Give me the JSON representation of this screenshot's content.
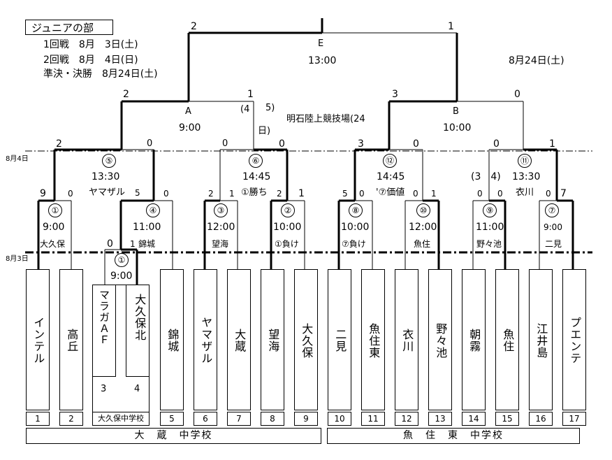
{
  "header": {
    "division": "ジュニアの部",
    "schedule": [
      "1回戦　8月　3日(土)",
      "2回戦　8月　4日(日)",
      "準決・決勝　8月24日(土)"
    ],
    "final_date": "8月24日(土)",
    "venue": "明石陸上競技場(24",
    "venue_paren_open": "(4",
    "venue_paren_5": "5)",
    "venue_day": "日)"
  },
  "date_labels": {
    "aug4": "8月4日",
    "aug3": "8月3日"
  },
  "teams": [
    {
      "no": "1",
      "name": "インテル"
    },
    {
      "no": "2",
      "name": "高丘"
    },
    {
      "no": "3",
      "name": "マラガＡＦ"
    },
    {
      "no": "4",
      "name": "大久保北"
    },
    {
      "no": "5",
      "name": "錦城"
    },
    {
      "no": "6",
      "name": "ヤマザル"
    },
    {
      "no": "7",
      "name": "大蔵"
    },
    {
      "no": "8",
      "name": "望海"
    },
    {
      "no": "9",
      "name": "大久保"
    },
    {
      "no": "10",
      "name": "二見"
    },
    {
      "no": "11",
      "name": "魚住東"
    },
    {
      "no": "12",
      "name": "衣川"
    },
    {
      "no": "13",
      "name": "野々池"
    },
    {
      "no": "14",
      "name": "朝霧"
    },
    {
      "no": "15",
      "name": "魚住"
    },
    {
      "no": "16",
      "name": "江井島"
    },
    {
      "no": "17",
      "name": "プエンテ"
    }
  ],
  "mini_numbers": {
    "left": "3",
    "right": "4"
  },
  "schools": {
    "okubo_jhs": "大久保中学校",
    "okura_jhs": "大　蔵　中学校",
    "uozumihigashi_jhs": "魚　住　東　中学校"
  },
  "matches": {
    "prelim": {
      "no": "①",
      "time": "9:00",
      "scores": [
        "0",
        "1"
      ]
    },
    "m1": {
      "no": "①",
      "time": "9:00",
      "venue": "大久保",
      "scores": [
        "9",
        "0"
      ]
    },
    "m4": {
      "no": "④",
      "time": "11:00",
      "venue": "錦城",
      "scores": [
        "5",
        "0"
      ]
    },
    "m3": {
      "no": "③",
      "time": "12:00",
      "venue": "望海",
      "scores": [
        "2",
        "1"
      ]
    },
    "m2": {
      "no": "②",
      "time": "10:00",
      "venue": "①負け",
      "scores": [
        "2",
        "1"
      ]
    },
    "m8": {
      "no": "⑧",
      "time": "10:00",
      "venue": "⑦負け",
      "scores": [
        "5",
        "0"
      ]
    },
    "m10": {
      "no": "⑩",
      "time": "12:00",
      "venue": "魚住",
      "scores": [
        "0",
        "1"
      ]
    },
    "m9": {
      "no": "⑨",
      "time": "11:00",
      "venue": "野々池",
      "scores": [
        "0",
        "0"
      ]
    },
    "m7": {
      "no": "⑦",
      "time": "9:00",
      "venue": "二見",
      "scores": [
        "0",
        "7"
      ]
    },
    "m5": {
      "no": "⑤",
      "time": "13:30",
      "venue": "ヤマザル",
      "scores": [
        "2",
        "0"
      ]
    },
    "m6": {
      "no": "⑥",
      "time": "14:45",
      "venue": "①勝ち",
      "scores": [
        "0",
        "0"
      ]
    },
    "m12": {
      "no": "⑫",
      "time": "14:45",
      "venue": "'⑦価値",
      "scores": [
        "3",
        "0"
      ]
    },
    "m11": {
      "no": "⑪",
      "time": "13:30",
      "venue": "衣川",
      "paren": "(3　4)",
      "scores": [
        "0",
        "1"
      ]
    },
    "semiA": {
      "no": "A",
      "time": "9:00",
      "scores": [
        "2",
        "1"
      ]
    },
    "semiB": {
      "no": "B",
      "time": "10:00",
      "scores": [
        "3",
        "0"
      ]
    },
    "final": {
      "no": "E",
      "time": "13:00",
      "scores": [
        "2",
        "1"
      ]
    }
  }
}
